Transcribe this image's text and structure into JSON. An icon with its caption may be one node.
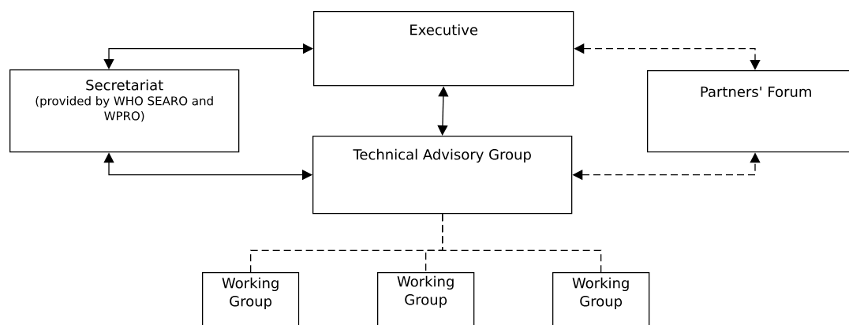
{
  "diagram": {
    "nodes": [
      {
        "text": [
          "Executive"
        ]
      },
      {
        "text": [
          "Secretariat",
          "(provided by WHO SEARO and WPRO)"
        ]
      },
      {
        "text": [
          "Partners' Forum"
        ]
      },
      {
        "text": [
          "Technical Advisory Group"
        ]
      },
      {
        "text": [
          "Working Group"
        ]
      },
      {
        "text": [
          "Working Group"
        ]
      },
      {
        "text": [
          "Working Group"
        ]
      }
    ],
    "edges": [
      {
        "from": 1,
        "to": 0,
        "arrow": "both"
      },
      {
        "from": 0,
        "to": 3,
        "arrow": "both"
      },
      {
        "from": 0,
        "to": 2,
        "arrow": "both",
        "style": "dashed"
      },
      {
        "from": 1,
        "to": 3,
        "arrow": "both"
      },
      {
        "from": 3,
        "to": 2,
        "arrow": "both",
        "style": "dashed"
      },
      {
        "from": 3,
        "to": 4,
        "arrow": "none",
        "style": "dashed"
      },
      {
        "from": 3,
        "to": 5,
        "arrow": "none",
        "style": "dashed"
      },
      {
        "from": 3,
        "to": 6,
        "arrow": "none",
        "style": "dashed"
      }
    ]
  }
}
